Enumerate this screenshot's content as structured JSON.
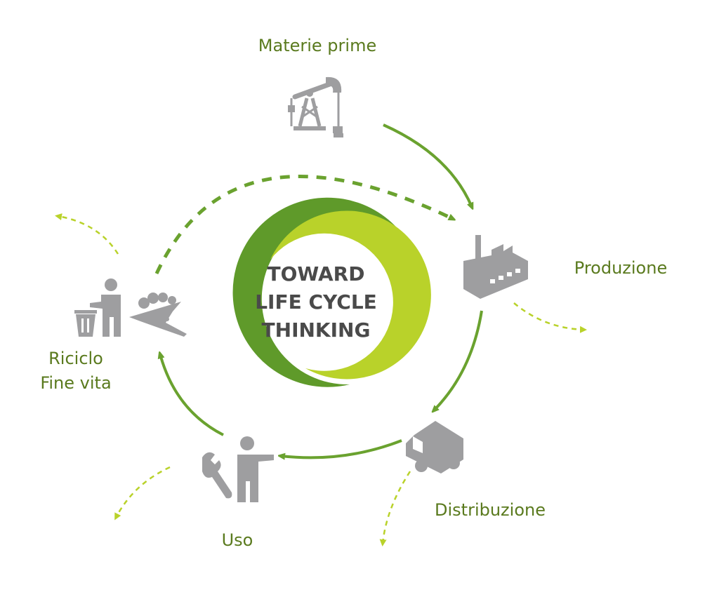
{
  "center": {
    "lines": [
      "TOWARD",
      "LIFE CYCLE",
      "THINKING"
    ]
  },
  "stages": {
    "materie": {
      "label": "Materie prime",
      "icon": "oil-pump-jack-icon"
    },
    "produzione": {
      "label": "Produzione",
      "icon": "factory-icon"
    },
    "distribuzione": {
      "label": "Distribuzione",
      "icon": "delivery-truck-icon"
    },
    "uso": {
      "label": "Uso",
      "icon": "person-with-wrench-icon"
    },
    "riciclo": {
      "label_line1": "Riciclo",
      "label_line2": "Fine vita",
      "icons": [
        "person-with-trash-bin-icon",
        "waste-dumping-icon"
      ]
    }
  },
  "colors": {
    "label_green": "#5a7a1e",
    "arrow_green": "#6aa22f",
    "light_green": "#b9d22a",
    "dark_green": "#5f9a2a",
    "center_text": "#4a4a4a",
    "icon_gray": "#9e9ea0"
  }
}
